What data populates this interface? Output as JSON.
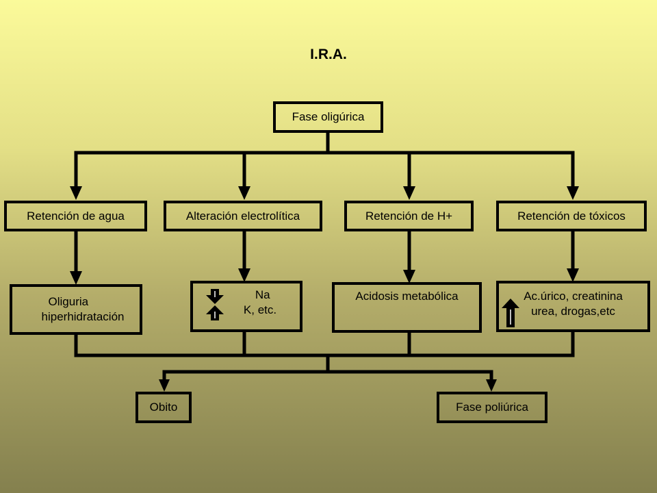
{
  "title": "I.R.A.",
  "root": "Fase oligúrica",
  "level1": [
    "Retención de agua",
    "Alteración electrolítica",
    "Retención de H+",
    "Retención de tóxicos"
  ],
  "level2": {
    "water": [
      "Oliguria",
      "hiperhidratación"
    ],
    "electrolyte": [
      "Na",
      "K, etc."
    ],
    "acid": "Acidosis metabólica",
    "toxic": [
      "Ac.úrico, creatinina",
      "urea, drogas,etc"
    ]
  },
  "outcomes": [
    "Obito",
    "Fase poliúrica"
  ],
  "colors": {
    "line": "#000000",
    "background_top": "#fbfa9a",
    "background_bottom": "#84804e"
  }
}
